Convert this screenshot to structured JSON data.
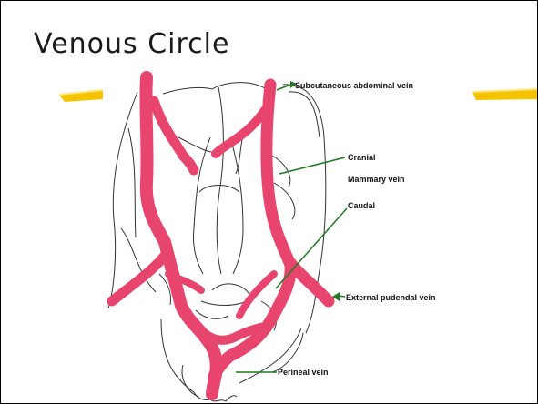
{
  "slide": {
    "title": "Venous Circle",
    "accent_color": "#f5c400",
    "vein_color": "#e8456e",
    "leader_line_color": "#1f7a1f"
  },
  "labels": {
    "subcutaneous": "Subcutaneous abdominal vein",
    "cranial": "Cranial",
    "mammary": "Mammary vein",
    "caudal": "Caudal",
    "external_pudendal": "External pudendal vein",
    "perineal": "Perineal vein"
  }
}
